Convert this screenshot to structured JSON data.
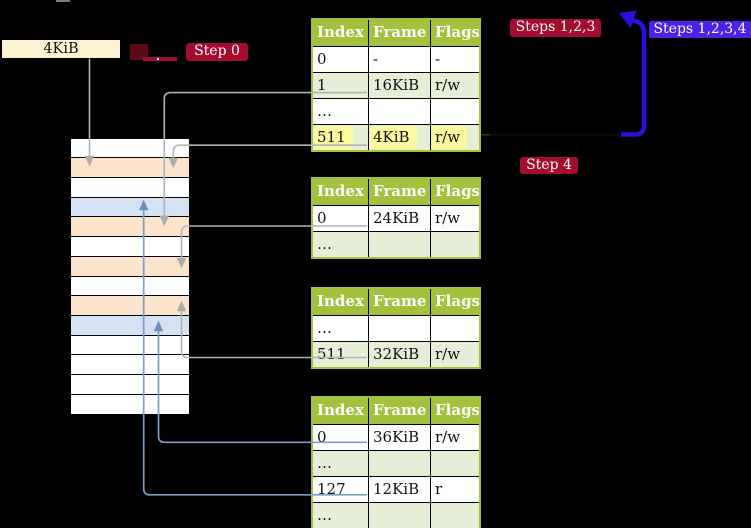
{
  "colors": {
    "table_green": "#a2c13c",
    "table_row_green": "#e7eed7",
    "highlight_yellow": "#fbf8a0",
    "memory_page_table_peach": "#fbe4cb",
    "memory_frame_blue": "#d4e2f4",
    "frame_label_cream": "#fdf2d2",
    "step_crimson": "#a50d2e",
    "step_blue": "#4b22e8",
    "arrow_blue": "#2b10dc",
    "connector_gray": "#b3b3b3",
    "connector_steel_blue": "#7e9cc8",
    "tick_gray": "#7c7c7c"
  },
  "frame_box": {
    "label": "4KiB"
  },
  "steps": {
    "step0": "Step 0",
    "steps123": "Steps 1,2,3",
    "steps1234": "Steps 1,2,3,4",
    "step4": "Step 4"
  },
  "memory": {
    "rows": [
      {
        "kind": "empty"
      },
      {
        "kind": "page-table"
      },
      {
        "kind": "empty"
      },
      {
        "kind": "frame"
      },
      {
        "kind": "page-table"
      },
      {
        "kind": "empty"
      },
      {
        "kind": "page-table"
      },
      {
        "kind": "empty"
      },
      {
        "kind": "page-table"
      },
      {
        "kind": "frame"
      },
      {
        "kind": "empty"
      },
      {
        "kind": "empty"
      },
      {
        "kind": "empty"
      },
      {
        "kind": "empty"
      }
    ]
  },
  "page_tables": [
    {
      "headers": [
        "Index",
        "Frame",
        "Flags"
      ],
      "rows": [
        {
          "cells": [
            "0",
            "-",
            "-"
          ],
          "highlight": false
        },
        {
          "cells": [
            "1",
            "16KiB",
            "r/w"
          ],
          "highlight": false
        },
        {
          "cells": [
            "…",
            "",
            ""
          ],
          "highlight": false
        },
        {
          "cells": [
            "511",
            "4KiB",
            "r/w"
          ],
          "highlight": true
        }
      ]
    },
    {
      "headers": [
        "Index",
        "Frame",
        "Flags"
      ],
      "rows": [
        {
          "cells": [
            "0",
            "24KiB",
            "r/w"
          ],
          "highlight": false
        },
        {
          "cells": [
            "…",
            "",
            ""
          ],
          "highlight": false
        }
      ]
    },
    {
      "headers": [
        "Index",
        "Frame",
        "Flags"
      ],
      "rows": [
        {
          "cells": [
            "…",
            "",
            ""
          ],
          "highlight": false
        },
        {
          "cells": [
            "511",
            "32KiB",
            "r/w"
          ],
          "highlight": false
        }
      ]
    },
    {
      "headers": [
        "Index",
        "Frame",
        "Flags"
      ],
      "rows": [
        {
          "cells": [
            "0",
            "36KiB",
            "r/w"
          ],
          "highlight": false
        },
        {
          "cells": [
            "…",
            "",
            ""
          ],
          "highlight": false
        },
        {
          "cells": [
            "127",
            "12KiB",
            "r"
          ],
          "highlight": false
        },
        {
          "cells": [
            "…",
            "",
            ""
          ],
          "highlight": false
        }
      ]
    }
  ]
}
